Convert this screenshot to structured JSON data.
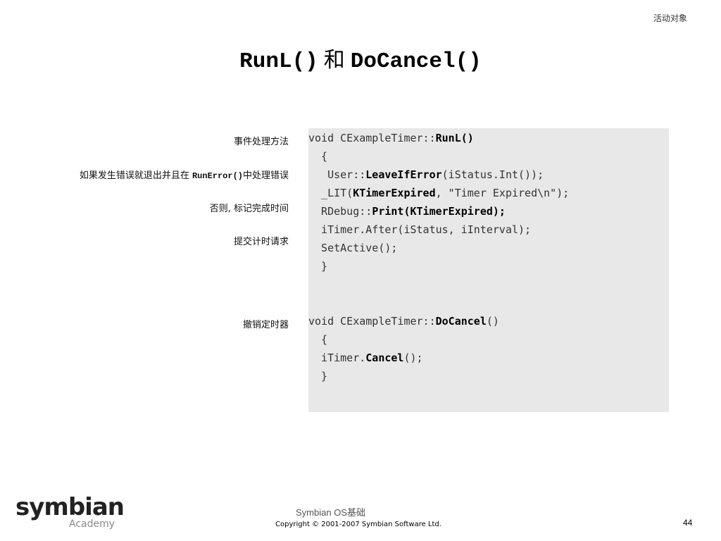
{
  "header": {
    "section": "活动对象"
  },
  "title": {
    "part1": "RunL()",
    "connector": "和",
    "part2": "DoCancel()"
  },
  "annotations": [
    {
      "text": "事件处理方法"
    },
    {
      "prefix": "如果发生错误就退出并且在 ",
      "code": "RunError()",
      "suffix": "中处理错误"
    },
    {
      "text": "否则, 标记完成时间"
    },
    {
      "text": "提交计时请求"
    },
    {
      "text": "撤销定时器"
    }
  ],
  "code": {
    "runl": [
      {
        "a": "void CExampleTimer::",
        "b": "RunL()",
        "c": ""
      },
      {
        "a": "  {",
        "b": "",
        "c": ""
      },
      {
        "a": "   User::",
        "b": "LeaveIfError",
        "c": "(iStatus.Int());"
      },
      {
        "a": "  _LIT(",
        "b": "KTimerExpired",
        "c": ", \"Timer Expired\\n\");"
      },
      {
        "a": "  RDebug::",
        "b": "Print(KTimerExpired);",
        "c": ""
      },
      {
        "a": "  iTimer.After(iStatus, iInterval);",
        "b": "",
        "c": ""
      },
      {
        "a": "  SetActive();",
        "b": "",
        "c": ""
      },
      {
        "a": "  }",
        "b": "",
        "c": ""
      }
    ],
    "docancel": [
      {
        "a": "void CExampleTimer::",
        "b": "DoCancel",
        "c": "()"
      },
      {
        "a": "  {",
        "b": "",
        "c": ""
      },
      {
        "a": "  iTimer.",
        "b": "Cancel",
        "c": "();"
      },
      {
        "a": "  }",
        "b": "",
        "c": ""
      }
    ]
  },
  "footer": {
    "logo_main": "symbian",
    "logo_sub": "Academy",
    "course": "Symbian OS基础",
    "copyright": "Copyright © 2001-2007 Symbian Software Ltd.",
    "page_number": "44"
  }
}
